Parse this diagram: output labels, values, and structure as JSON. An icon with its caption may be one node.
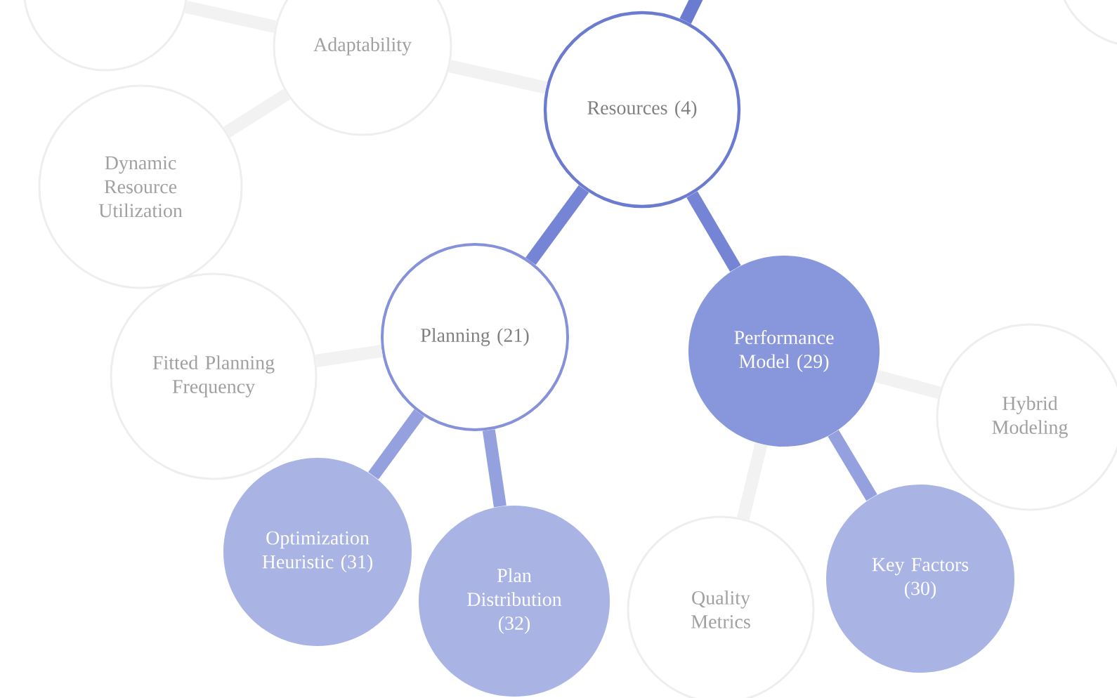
{
  "diagram": {
    "nodes": [
      {
        "text": [
          "Resources (4)"
        ]
      },
      {
        "text": [],
        "shape": "circle"
      },
      {
        "text": [
          "Adaptability"
        ]
      },
      {
        "text": [],
        "shape": "circle"
      },
      {
        "text": [
          "Dynamic Resource Utilization"
        ]
      },
      {
        "text": [
          "Fitted Planning Frequency"
        ]
      },
      {
        "text": [
          "Planning (21)"
        ]
      },
      {
        "text": [
          "Performance Model (29)"
        ]
      },
      {
        "text": [
          "Hybrid Modeling"
        ]
      },
      {
        "text": [
          "Optimization Heuristic (31)"
        ]
      },
      {
        "text": [
          "Plan Distribution (32)"
        ]
      },
      {
        "text": [
          "Quality Metrics"
        ]
      },
      {
        "text": [
          "Key Factors (30)"
        ]
      }
    ],
    "edges": [
      {
        "from": 0,
        "to": null,
        "arrow": "none",
        "color": "#6b7bd0"
      },
      {
        "from": 0,
        "to": 6,
        "arrow": "none",
        "color": "#7584d4"
      },
      {
        "from": 0,
        "to": 7,
        "arrow": "none",
        "color": "#7584d4"
      },
      {
        "from": 6,
        "to": 9,
        "arrow": "none",
        "color": "#95a1de"
      },
      {
        "from": 6,
        "to": 10,
        "arrow": "none",
        "color": "#95a1de"
      },
      {
        "from": 7,
        "to": 12,
        "arrow": "none",
        "color": "#95a1de"
      },
      {
        "from": 1,
        "to": 2,
        "arrow": "none",
        "color": "#f2f2f2"
      },
      {
        "from": 2,
        "to": 0,
        "arrow": "none",
        "color": "#f2f2f2"
      },
      {
        "from": 2,
        "to": 4,
        "arrow": "none",
        "color": "#f2f2f2"
      },
      {
        "from": 5,
        "to": 6,
        "arrow": "none",
        "color": "#f2f2f2"
      },
      {
        "from": 7,
        "to": 8,
        "arrow": "none",
        "color": "#f2f2f2"
      },
      {
        "from": 7,
        "to": 11,
        "arrow": "none",
        "color": "#f2f2f2"
      }
    ]
  }
}
